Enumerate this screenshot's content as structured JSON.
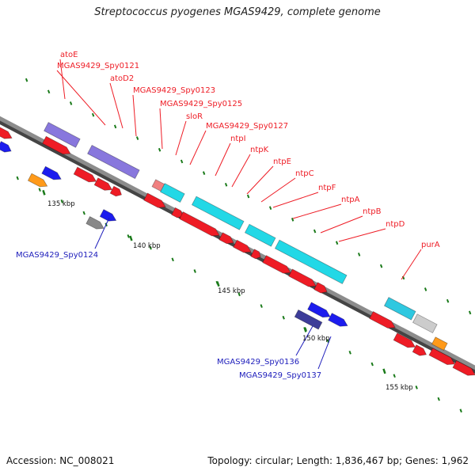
{
  "title": "Streptococcus pyogenes MGAS9429, complete genome",
  "footer": {
    "accession": "Accession: NC_008021",
    "topology": "Topology: circular; Length: 1,836,467 bp; Genes: 1,962"
  },
  "colors": {
    "backbone": "#8c8c8c",
    "tick": "#1a7a1a",
    "gene_red": "#ee1c25",
    "gene_cyan": "#22d8e6",
    "gene_blue": "#1c1cee",
    "gene_purple": "#8877dd",
    "gene_orange": "#ff9a1a",
    "gene_gray": "#888888",
    "gene_dark": "#3d3d99",
    "label_red": "#ee1c25",
    "label_blue": "#1c1cbb"
  },
  "scale_labels": [
    "135 kbp",
    "140 kbp",
    "145 kbp",
    "150 kbp",
    "155 kbp"
  ],
  "gene_labels": [
    {
      "text": "atoE",
      "color": "red"
    },
    {
      "text": "MGAS9429_Spy0121",
      "color": "red"
    },
    {
      "text": "atoD2",
      "color": "red"
    },
    {
      "text": "MGAS9429_Spy0123",
      "color": "red"
    },
    {
      "text": "MGAS9429_Spy0125",
      "color": "red"
    },
    {
      "text": "sloR",
      "color": "red"
    },
    {
      "text": "MGAS9429_Spy0127",
      "color": "red"
    },
    {
      "text": "ntpI",
      "color": "red"
    },
    {
      "text": "ntpK",
      "color": "red"
    },
    {
      "text": "ntpE",
      "color": "red"
    },
    {
      "text": "ntpC",
      "color": "red"
    },
    {
      "text": "ntpF",
      "color": "red"
    },
    {
      "text": "ntpA",
      "color": "red"
    },
    {
      "text": "ntpB",
      "color": "red"
    },
    {
      "text": "ntpD",
      "color": "red"
    },
    {
      "text": "purA",
      "color": "red"
    },
    {
      "text": "MGAS9429_Spy0124",
      "color": "blue"
    },
    {
      "text": "MGAS9429_Spy0136",
      "color": "blue"
    },
    {
      "text": "MGAS9429_Spy0137",
      "color": "blue"
    }
  ]
}
